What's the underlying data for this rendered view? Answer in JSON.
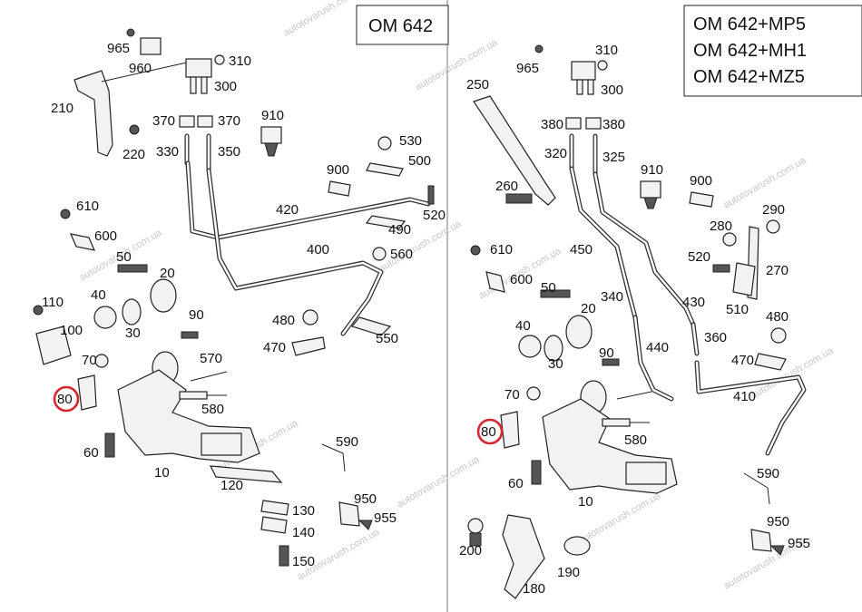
{
  "panels": {
    "left": {
      "title_lines": [
        "OM 642"
      ]
    },
    "right": {
      "title_lines": [
        "OM 642+MP5",
        "OM 642+MH1",
        "OM 642+MZ5"
      ]
    }
  },
  "watermark": "autotovarush.com.ua",
  "highlight_label": "80",
  "colors": {
    "highlight": "#d7262e",
    "line": "#222222",
    "background": "#ffffff"
  },
  "callouts_left": [
    "965",
    "960",
    "310",
    "300",
    "210",
    "370",
    "370",
    "910",
    "220",
    "330",
    "350",
    "530",
    "500",
    "900",
    "420",
    "520",
    "490",
    "610",
    "600",
    "400",
    "560",
    "50",
    "20",
    "40",
    "110",
    "100",
    "30",
    "90",
    "480",
    "550",
    "470",
    "70",
    "570",
    "80",
    "580",
    "60",
    "10",
    "590",
    "120",
    "130",
    "950",
    "955",
    "140",
    "150"
  ],
  "callouts_right": [
    "310",
    "965",
    "300",
    "250",
    "380",
    "380",
    "320",
    "325",
    "910",
    "900",
    "260",
    "290",
    "280",
    "610",
    "450",
    "520",
    "270",
    "600",
    "50",
    "20",
    "340",
    "430",
    "510",
    "480",
    "40",
    "30",
    "360",
    "470",
    "90",
    "440",
    "70",
    "410",
    "80",
    "580",
    "590",
    "60",
    "10",
    "950",
    "200",
    "190",
    "955",
    "180"
  ]
}
